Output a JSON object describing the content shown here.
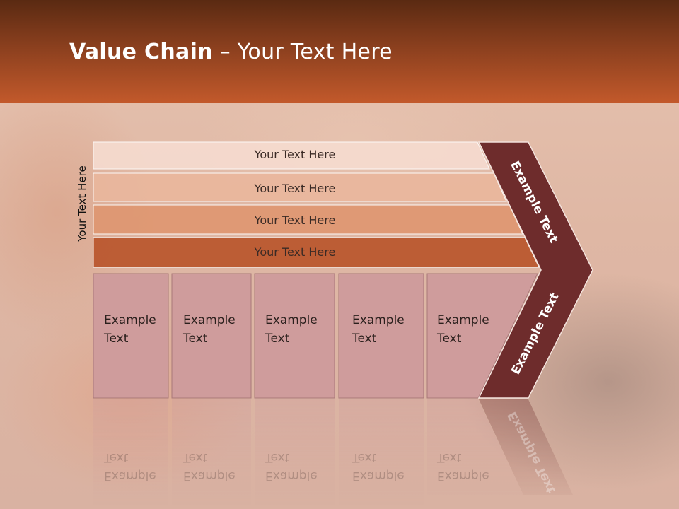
{
  "title": {
    "bold": "Value Chain",
    "rest": " – Your Text Here"
  },
  "side_label": "Your Text Here",
  "rows": [
    {
      "label": "Your Text Here",
      "color": "#f6dcd0"
    },
    {
      "label": "Your Text Here",
      "color": "#eab79d"
    },
    {
      "label": "Your Text Here",
      "color": "#df9670"
    },
    {
      "label": "Your Text Here",
      "color": "#b9542a"
    }
  ],
  "boxes": [
    {
      "line1": "Example",
      "line2": "Text"
    },
    {
      "line1": "Example",
      "line2": "Text"
    },
    {
      "line1": "Example",
      "line2": "Text"
    },
    {
      "line1": "Example",
      "line2": "Text"
    },
    {
      "line1": "Example",
      "line2": "Text"
    }
  ],
  "chevron": {
    "upper": "Example Text",
    "lower": "Example Text",
    "color": "#6e2c2c"
  },
  "box_color": "#cf9c9c"
}
